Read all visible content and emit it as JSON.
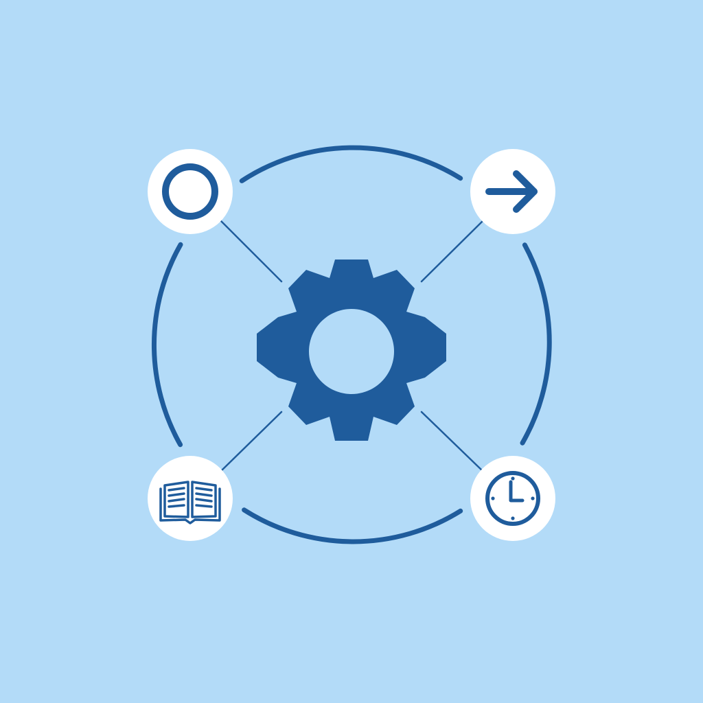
{
  "colors": {
    "background": "#b3dbf8",
    "accent": "#1f5c9c",
    "node_fill": "#ffffff"
  },
  "center": {
    "icon": "gear-icon"
  },
  "nodes": [
    {
      "id": "top-left",
      "icon": "circle-icon"
    },
    {
      "id": "top-right",
      "icon": "arrow-right-icon"
    },
    {
      "id": "bottom-left",
      "icon": "open-book-icon"
    },
    {
      "id": "bottom-right",
      "icon": "clock-icon"
    }
  ]
}
